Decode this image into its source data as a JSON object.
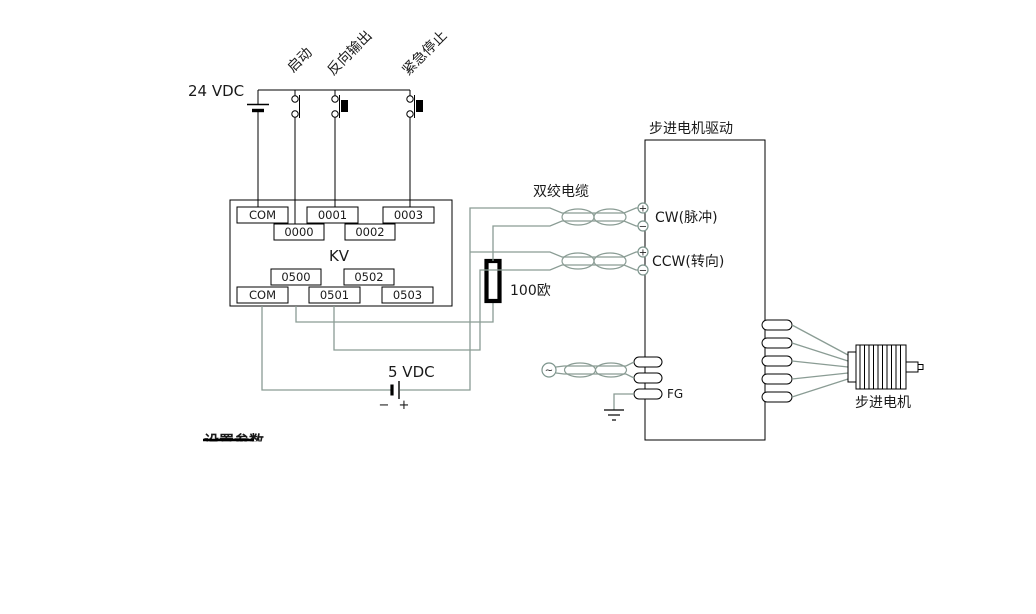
{
  "power": {
    "v24_label": "24 VDC",
    "v5_label": "5 VDC",
    "battery_minus": "−",
    "battery_plus": "+"
  },
  "inputs": {
    "switch_labels": [
      "启动",
      "反向输出",
      "紧急停止"
    ]
  },
  "plc": {
    "name": "KV",
    "terminals_row1": [
      "COM",
      "0001",
      "0003"
    ],
    "terminals_row2": [
      "0000",
      "0002"
    ],
    "terminals_row3": [
      "0500",
      "0502"
    ],
    "terminals_row4": [
      "COM",
      "0501",
      "0503"
    ]
  },
  "cable": {
    "label": "双绞电缆"
  },
  "resistor": {
    "label": "100欧"
  },
  "driver": {
    "title": "步进电机驱动",
    "cw_label": "CW(脉冲)",
    "ccw_label": "CCW(转向)",
    "fg_label": "FG",
    "terminal_signs": [
      "+",
      "−",
      "+",
      "−"
    ],
    "ac_symbol": "~"
  },
  "motor": {
    "label": "步进电机"
  },
  "footer": {
    "partial_heading": "设置参数"
  },
  "colors": {
    "wire": "#8a9c94",
    "line": "#000000"
  }
}
